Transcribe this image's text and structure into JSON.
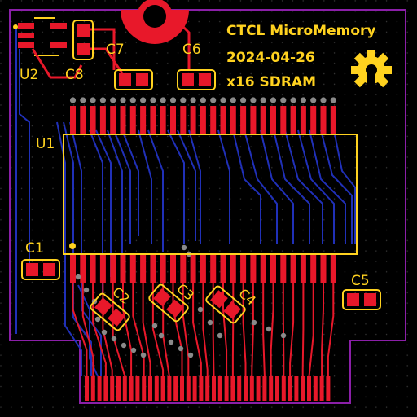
{
  "board": {
    "title": "CTCL MicroMemory",
    "date": "2024-04-26",
    "subtitle": "x16 SDRAM",
    "logo": "open-hardware-gear-icon"
  },
  "refdes": {
    "u1": "U1",
    "u2": "U2",
    "c1": "C1",
    "c2": "C2",
    "c3": "C3",
    "c4": "C4",
    "c5": "C5",
    "c6": "C6",
    "c7": "C7",
    "c8": "C8"
  },
  "colors": {
    "background": "#000000",
    "outline": "#8b1fa8",
    "top_copper": "#e8182a",
    "bottom_copper": "#2030b8",
    "silkscreen": "#ffd21f",
    "via": "#8a8a8a",
    "grid_dot": "#3a3a3a"
  }
}
